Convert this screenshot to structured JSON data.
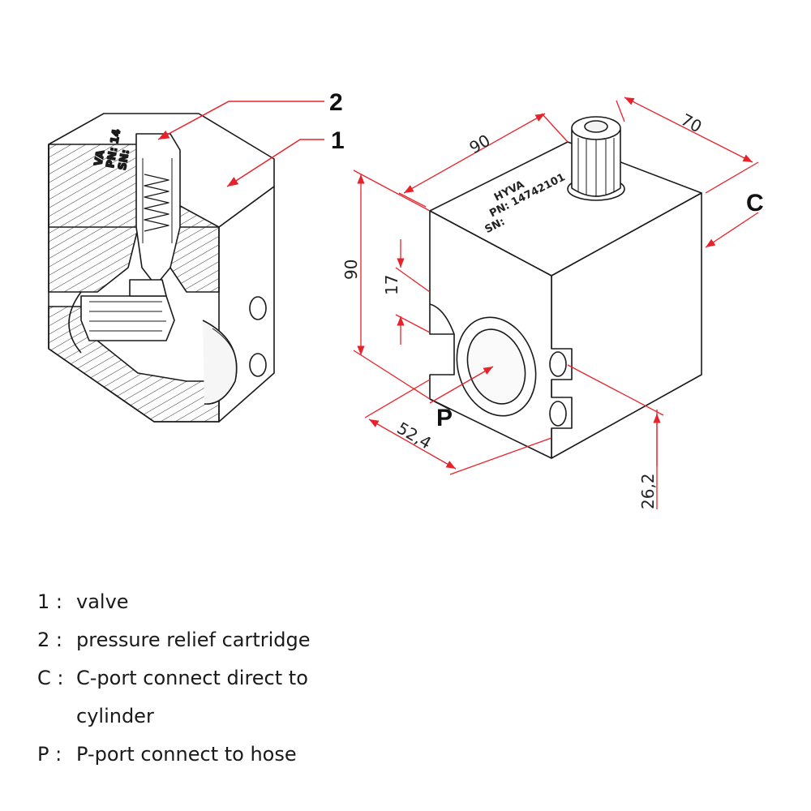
{
  "callouts": {
    "one": "1",
    "two": "2",
    "c": "C",
    "p": "P"
  },
  "dimensions": {
    "width": "90",
    "depth": "70",
    "height": "90",
    "port_offset": "17",
    "p_width": "52,4",
    "c_height": "26,2"
  },
  "nameplate": {
    "brand": "HYVA",
    "pn": "PN: 14742101",
    "sn": "SN:"
  },
  "cut_nameplate": {
    "brand": "VA",
    "pn": "PN: 14",
    "sn": "SN:"
  },
  "legend": [
    {
      "key": "1 :",
      "text": "valve"
    },
    {
      "key": "2 :",
      "text": "pressure relief cartridge"
    },
    {
      "key": "C :",
      "text": "C-port connect direct to"
    },
    {
      "key": "",
      "text": "cylinder"
    },
    {
      "key": "P :",
      "text": "P-port connect to hose"
    }
  ],
  "colors": {
    "dimension_line": "#e8222a",
    "outline": "#1a1a1a"
  }
}
